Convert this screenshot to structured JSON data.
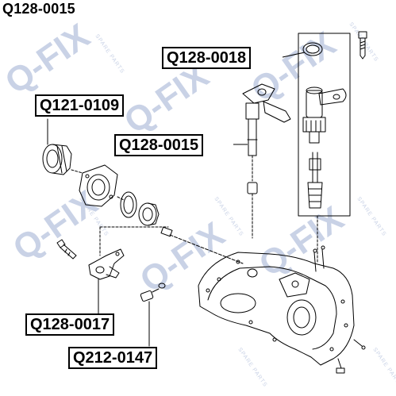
{
  "header": {
    "title": "Q128-0015"
  },
  "callouts": [
    {
      "id": "q128-0018",
      "label": "Q128-0018"
    },
    {
      "id": "q121-0109",
      "label": "Q121-0109"
    },
    {
      "id": "q128-0015",
      "label": "Q128-0015"
    },
    {
      "id": "q128-0017",
      "label": "Q128-0017"
    },
    {
      "id": "q212-0147",
      "label": "Q212-0147"
    }
  ],
  "watermark": {
    "brand": "Q-FIX",
    "tagline": "SPARE PARTS",
    "color": "#c9d2e6"
  },
  "colors": {
    "line": "#000000",
    "background": "#ffffff"
  }
}
